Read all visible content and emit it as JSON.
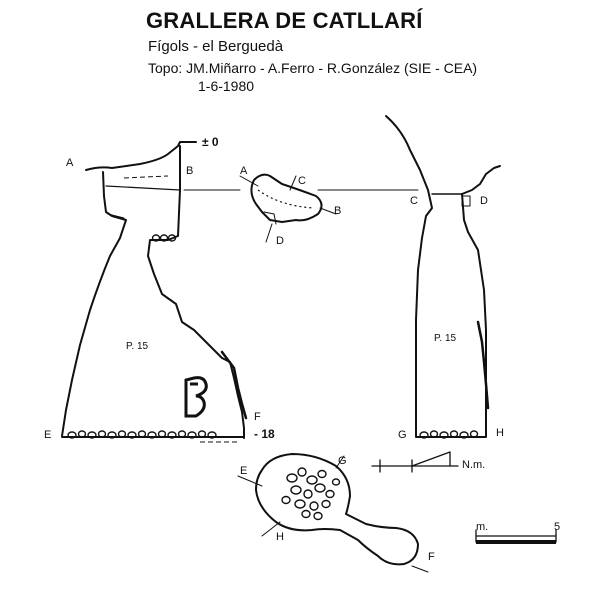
{
  "header": {
    "title": "GRALLERA DE CATLLARÍ",
    "location": "Fígols - el Berguedà",
    "topo": "Topo: JM.Miñarro - A.Ferro - R.González (SIE - CEA)",
    "date": "1-6-1980"
  },
  "section_left": {
    "labels": {
      "a": "A",
      "b": "B",
      "e": "E",
      "f": "F"
    },
    "depth_label": "P. 15",
    "level_top": "± 0",
    "level_bottom": "- 18"
  },
  "section_right": {
    "labels": {
      "c": "C",
      "d": "D",
      "g": "G",
      "h": "H"
    },
    "depth_label": "P. 15"
  },
  "plan_upper": {
    "labels": {
      "a": "A",
      "b": "B",
      "c": "C",
      "d": "D"
    }
  },
  "plan_lower": {
    "labels": {
      "e": "E",
      "f": "F",
      "g": "G",
      "h": "H"
    }
  },
  "legend": {
    "north_label": "N.m.",
    "scale_unit": "m.",
    "scale_max": "5"
  },
  "colors": {
    "ink": "#111111"
  }
}
